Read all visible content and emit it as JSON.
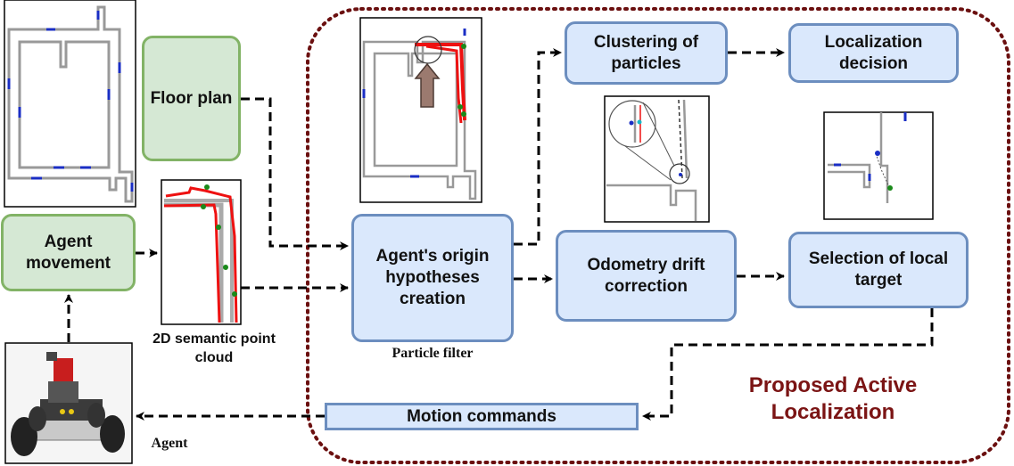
{
  "colors": {
    "green_fill": "#d5e8d4",
    "green_border": "#82b366",
    "blue_fill": "#dae8fc",
    "blue_border": "#6c8ebf",
    "region_border": "#6b1010",
    "region_title": "#7b1414"
  },
  "nodes": {
    "floor_plan": "Floor plan",
    "agent_movement": "Agent\nmovement",
    "origin_hypotheses": "Agent's origin\nhypotheses\ncreation",
    "clustering": "Clustering of\nparticles",
    "localization_decision": "Localization\ndecision",
    "odometry": "Odometry drift\ncorrection",
    "local_target": "Selection of local\ntarget",
    "motion_commands": "Motion commands"
  },
  "labels": {
    "point_cloud": "2D semantic point\ncloud",
    "particle_filter": "Particle filter",
    "agent": "Agent",
    "region_title": "Proposed Active\nLocalization"
  },
  "images": [
    "floor-plan-map-image",
    "semantic-point-cloud-image",
    "particle-filter-map-image",
    "odometry-correction-image",
    "local-target-image",
    "robot-agent-photo"
  ]
}
